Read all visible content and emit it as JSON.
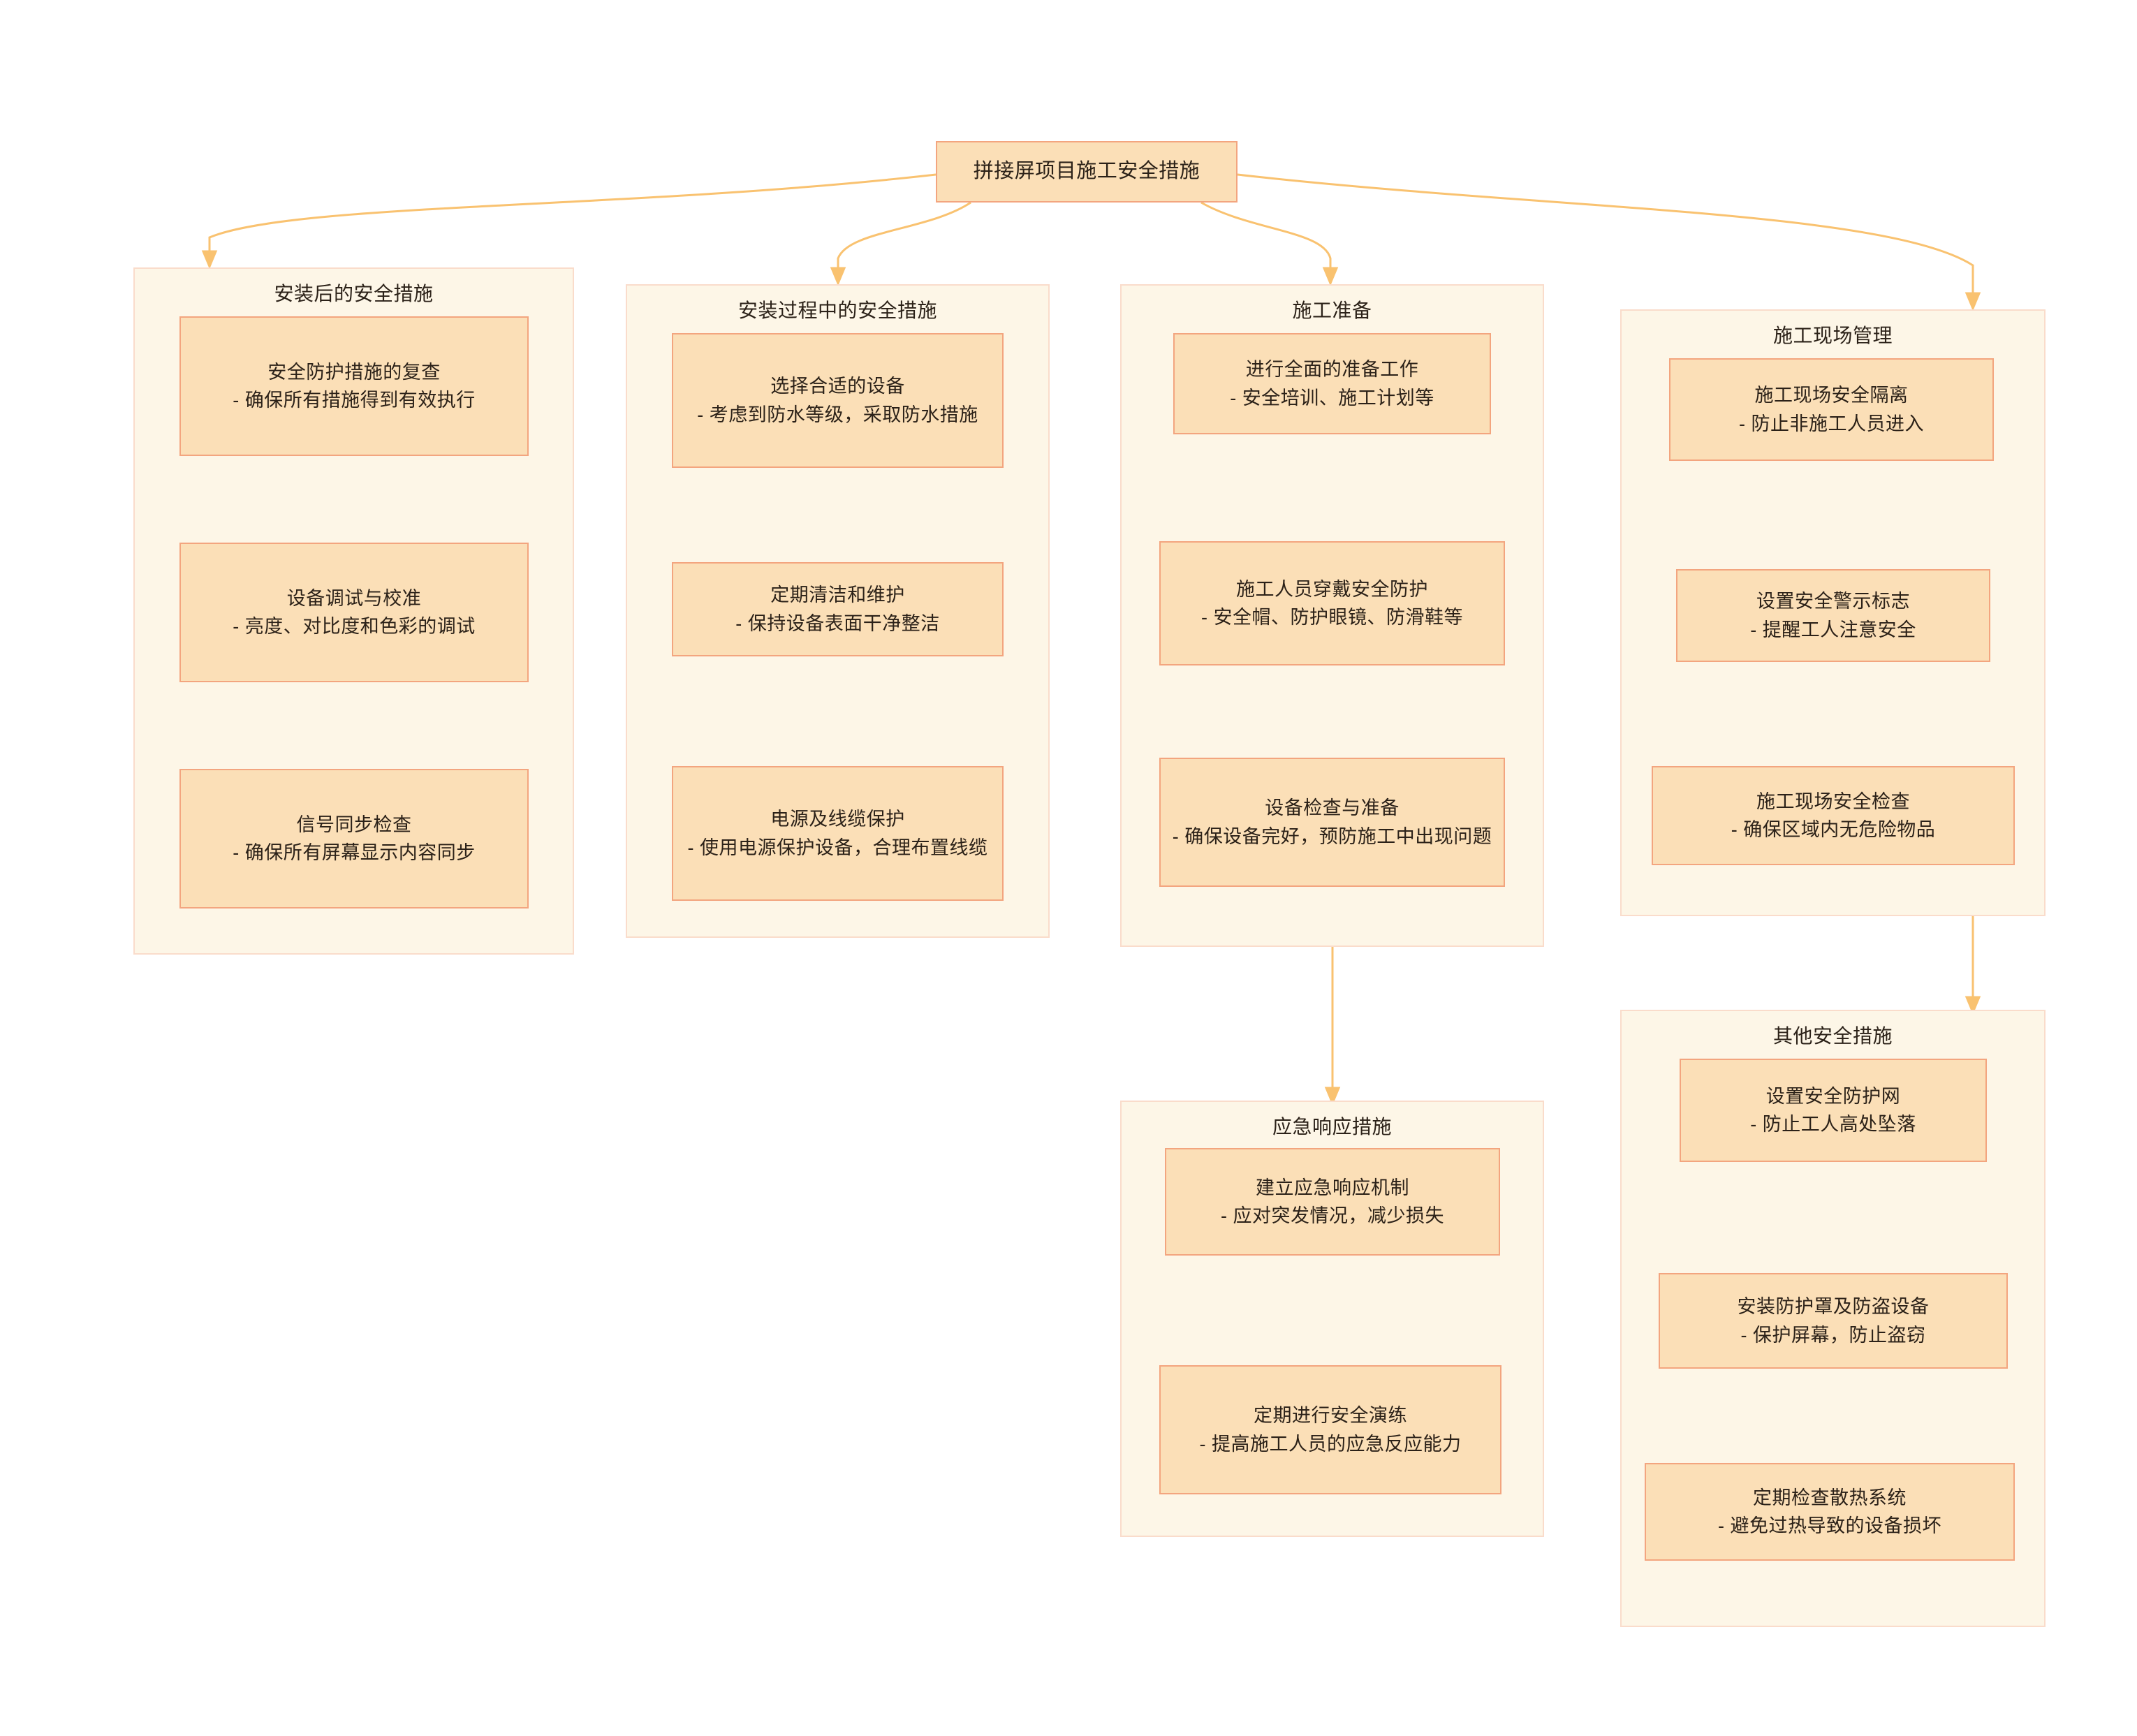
{
  "diagram": {
    "title": "拼接屏项目施工安全措施",
    "colors": {
      "page_background": "#ffffff",
      "node_fill": "#fbdfb7",
      "node_border": "#f3a57f",
      "group_fill": "#fdf6e7",
      "group_border": "#fadccb",
      "edge": "#f9c270",
      "text": "#2b2118"
    },
    "root": {
      "label": "拼接屏项目施工安全措施"
    },
    "groups": [
      {
        "id": "post-install",
        "title": "安装后的安全措施",
        "nodes": [
          {
            "title": "安全防护措施的复查",
            "desc": "- 确保所有措施得到有效执行"
          },
          {
            "title": "设备调试与校准",
            "desc": "- 亮度、对比度和色彩的调试"
          },
          {
            "title": "信号同步检查",
            "desc": "- 确保所有屏幕显示内容同步"
          }
        ]
      },
      {
        "id": "during-install",
        "title": "安装过程中的安全措施",
        "nodes": [
          {
            "title": "选择合适的设备",
            "desc": "- 考虑到防水等级，采取防水措施"
          },
          {
            "title": "定期清洁和维护",
            "desc": "- 保持设备表面干净整洁"
          },
          {
            "title": "电源及线缆保护",
            "desc": "- 使用电源保护设备，合理布置线缆"
          }
        ]
      },
      {
        "id": "preparation",
        "title": "施工准备",
        "nodes": [
          {
            "title": "进行全面的准备工作",
            "desc": "- 安全培训、施工计划等"
          },
          {
            "title": "施工人员穿戴安全防护",
            "desc": "- 安全帽、防护眼镜、防滑鞋等"
          },
          {
            "title": "设备检查与准备",
            "desc": "- 确保设备完好，预防施工中出现问题"
          }
        ]
      },
      {
        "id": "site-management",
        "title": "施工现场管理",
        "nodes": [
          {
            "title": "施工现场安全隔离",
            "desc": "- 防止非施工人员进入"
          },
          {
            "title": "设置安全警示标志",
            "desc": "- 提醒工人注意安全"
          },
          {
            "title": "施工现场安全检查",
            "desc": "- 确保区域内无危险物品"
          }
        ]
      },
      {
        "id": "emergency",
        "title": "应急响应措施",
        "nodes": [
          {
            "title": "建立应急响应机制",
            "desc": "- 应对突发情况，减少损失"
          },
          {
            "title": "定期进行安全演练",
            "desc": "- 提高施工人员的应急反应能力"
          }
        ]
      },
      {
        "id": "other",
        "title": "其他安全措施",
        "nodes": [
          {
            "title": "设置安全防护网",
            "desc": "- 防止工人高处坠落"
          },
          {
            "title": "安装防护罩及防盗设备",
            "desc": "- 保护屏幕，防止盗窃"
          },
          {
            "title": "定期检查散热系统",
            "desc": "- 避免过热导致的设备损坏"
          }
        ]
      }
    ]
  }
}
